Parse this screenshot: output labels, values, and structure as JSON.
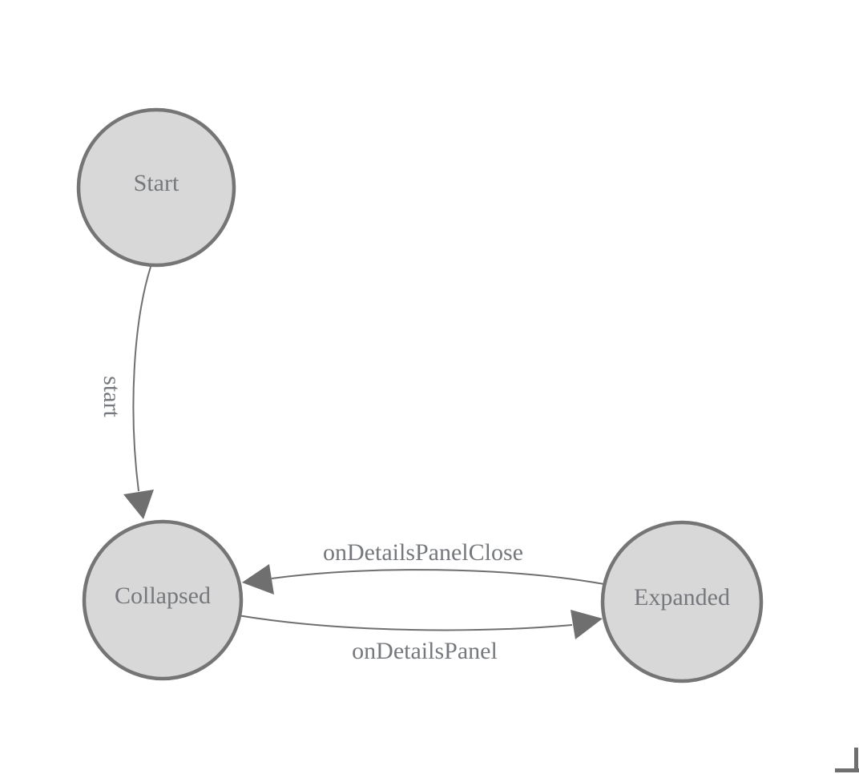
{
  "diagram": {
    "type": "state-machine",
    "nodes": [
      {
        "id": "start",
        "label": "Start"
      },
      {
        "id": "collapsed",
        "label": "Collapsed"
      },
      {
        "id": "expanded",
        "label": "Expanded"
      }
    ],
    "edges": [
      {
        "from": "Start",
        "to": "Collapsed",
        "label": "start",
        "label_orientation": "vertical"
      },
      {
        "from": "Expanded",
        "to": "Collapsed",
        "label": "onDetailsPanelClose",
        "label_orientation": "horizontal"
      },
      {
        "from": "Collapsed",
        "to": "Expanded",
        "label": "onDetailsPanel",
        "label_orientation": "horizontal"
      }
    ],
    "colors": {
      "background": "#ffffff",
      "node_fill": "#d8d8d8",
      "node_stroke": "#757575",
      "edge_stroke": "#6f6f6f",
      "arrowhead_fill": "#6f6f6f",
      "label_color": "#75787c",
      "handle_color": "#6f6f6f"
    }
  }
}
